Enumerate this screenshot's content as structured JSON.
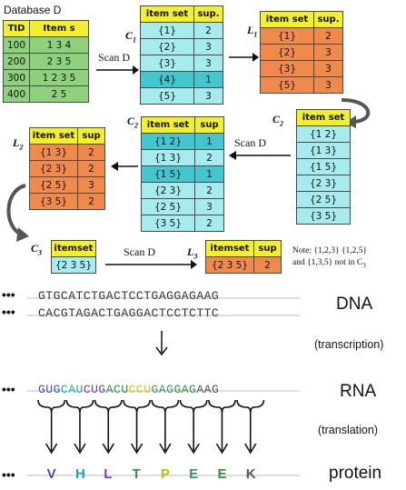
{
  "db": {
    "title": "Database D",
    "headers": [
      "TID",
      "Item s"
    ],
    "rows": [
      [
        "100",
        "1 3 4"
      ],
      [
        "200",
        "2 3 5"
      ],
      [
        "300",
        "1 2 3 5"
      ],
      [
        "400",
        "2 5"
      ]
    ]
  },
  "scan_label": "Scan D",
  "c1": {
    "label": "C",
    "sub": "1",
    "headers": [
      "item set",
      "sup."
    ],
    "rows": [
      [
        "{1}",
        "2"
      ],
      [
        "{2}",
        "3"
      ],
      [
        "{3}",
        "3"
      ],
      [
        "{4}",
        "1"
      ],
      [
        "{5}",
        "3"
      ]
    ]
  },
  "l1": {
    "label": "L",
    "sub": "1",
    "headers": [
      "item set",
      "sup."
    ],
    "rows": [
      [
        "{1}",
        "2"
      ],
      [
        "{2}",
        "3"
      ],
      [
        "{3}",
        "3"
      ],
      [
        "{5}",
        "3"
      ]
    ]
  },
  "c2_right": {
    "label": "C",
    "sub": "2",
    "headers": [
      "item set"
    ],
    "rows": [
      [
        "{1 2}"
      ],
      [
        "{1 3}"
      ],
      [
        "{1 5}"
      ],
      [
        "{2 3}"
      ],
      [
        "{2 5}"
      ],
      [
        "{3 5}"
      ]
    ]
  },
  "c2_mid": {
    "label": "C",
    "sub": "2",
    "headers": [
      "item set",
      "sup"
    ],
    "rows": [
      [
        "{1 2}",
        "1"
      ],
      [
        "{1 3}",
        "2"
      ],
      [
        "{1 5}",
        "1"
      ],
      [
        "{2 3}",
        "2"
      ],
      [
        "{2 5}",
        "3"
      ],
      [
        "{3 5}",
        "2"
      ]
    ]
  },
  "l2": {
    "label": "L",
    "sub": "2",
    "headers": [
      "item set",
      "sup"
    ],
    "rows": [
      [
        "{1 3}",
        "2"
      ],
      [
        "{2 3}",
        "2"
      ],
      [
        "{2 5}",
        "3"
      ],
      [
        "{3 5}",
        "2"
      ]
    ]
  },
  "c3": {
    "label": "C",
    "sub": "3",
    "headers": [
      "itemset"
    ],
    "rows": [
      [
        "{2 3 5}"
      ]
    ]
  },
  "l3": {
    "label": "L",
    "sub": "3",
    "headers": [
      "itemset",
      "sup"
    ],
    "rows": [
      [
        "{2 3 5}",
        "2"
      ]
    ]
  },
  "note": {
    "line1": "Note: {1,2,3} {1,2,5}",
    "line2": "and {1,3,5} not in C",
    "sub": "3"
  },
  "dna": {
    "strand1": "GTGCATCTGACTCCTGAGGAGAAG",
    "strand2": "CACGTAGACTGAGGACTCCTCTTC",
    "label": "DNA",
    "process": "(transcription)"
  },
  "rna": {
    "codons": [
      "GUG",
      "CAU",
      "CUG",
      "ACU",
      "CCU",
      "GAG",
      "GAG",
      "AAG"
    ],
    "label": "RNA",
    "process": "(translation)"
  },
  "protein": {
    "aminoacids": [
      "V",
      "H",
      "L",
      "T",
      "P",
      "E",
      "E",
      "K"
    ],
    "label": "protein"
  },
  "ellipsis": "•••",
  "colors": {
    "header_yellow": "#f3ef2a",
    "db_green": "#8dd27a",
    "cyan": "#a6ecef",
    "cyan_highlight": "#43c6cf",
    "orange": "#f08a4b",
    "codon_colors": [
      "#3d4fc9",
      "#1aa7b8",
      "#7a3fb0",
      "#2f8f3a",
      "#d9c40f",
      "#3c8f7a",
      "#2f8f3a",
      "#555555"
    ],
    "aa_colors": [
      "#4a3fc2",
      "#1e9fb0",
      "#7a3fb0",
      "#3a8f3a",
      "#c8b60a",
      "#3a8f6a",
      "#2f8f3a",
      "#555555"
    ]
  }
}
